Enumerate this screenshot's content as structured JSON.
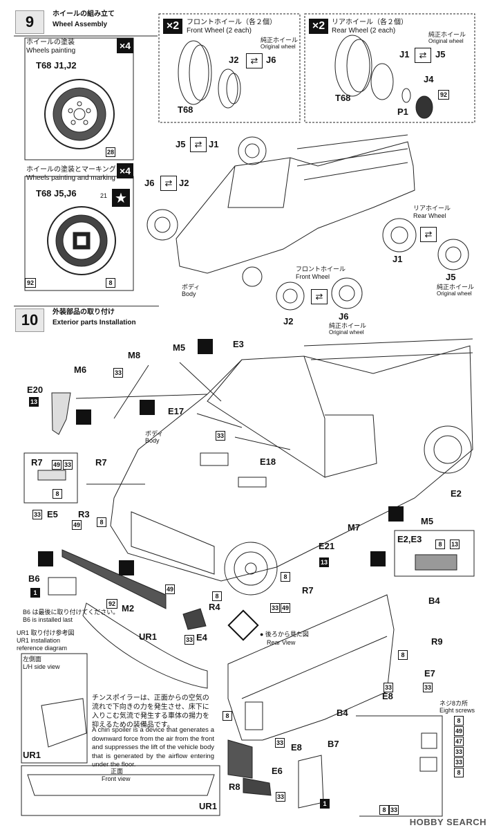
{
  "step9": {
    "number": "9",
    "title_jp": "ホイールの組み立て",
    "title_en": "Wheel Assembly",
    "wheels_painting": {
      "jp": "ホイールの塗装",
      "en": "Wheels painting",
      "qty": "×4",
      "label": "T68 J1,J2",
      "code": "28"
    },
    "wheels_marking": {
      "jp": "ホイールの塗装とマーキング",
      "en": "Wheels painting and marking",
      "qty": "×4",
      "label": "T68 J5,J6",
      "code_top": "21",
      "code_left": "92",
      "code_right": "8"
    },
    "front_wheel": {
      "qty": "×2",
      "jp": "フロントホイール（各２個）",
      "en": "Front Wheel (2 each)",
      "stock_jp": "純正ホイール",
      "stock_en": "Original wheel",
      "tire": "T68",
      "a": "J2",
      "b": "J6"
    },
    "rear_wheel": {
      "qty": "×2",
      "jp": "リアホイール（各２個）",
      "en": "Rear Wheel (2 each)",
      "stock_jp": "純正ホイール",
      "stock_en": "Original wheel",
      "tire": "T68",
      "a": "J1",
      "b": "J5",
      "c": "J4",
      "code": "92",
      "p": "P1"
    },
    "car": {
      "j5j1": "J5",
      "j1": "J1",
      "j6": "J6",
      "j2": "J2",
      "body_jp": "ボディ",
      "body_en": "Body",
      "rear_jp": "リアホイール",
      "rear_en": "Rear Wheel",
      "rear_j1": "J1",
      "rear_j5": "J5",
      "rear_stock_jp": "純正ホイール",
      "rear_stock_en": "Original wheel",
      "front_jp": "フロントホイール",
      "front_en": "Front Wheel",
      "front_j2": "J2",
      "front_j6": "J6",
      "front_stock_jp": "純正ホイール",
      "front_stock_en": "Original wheel"
    }
  },
  "step10": {
    "number": "10",
    "title_jp": "外装部品の取り付け",
    "title_en": "Exterior parts Installation",
    "labels": {
      "m8": "M8",
      "m5a": "M5",
      "e3": "E3",
      "m6": "M6",
      "e20": "E20",
      "e17": "E17",
      "e18": "E18",
      "r7a": "R7",
      "r7b": "R7",
      "r3": "R3",
      "e5": "E5",
      "e2": "E2",
      "m5b": "M5",
      "m7": "M7",
      "e21": "E21",
      "e2e3": "E2,E3",
      "b6": "B6",
      "m2": "M2",
      "r4": "R4",
      "e4": "E4",
      "ur1": "UR1",
      "r7c": "R7",
      "b4a": "B4",
      "r9": "R9",
      "e7": "E7",
      "e8a": "E8",
      "b4b": "B4",
      "e8b": "E8",
      "b7": "B7",
      "e6": "E6",
      "r8": "R8",
      "ur1b": "UR1",
      "ur1c": "UR1"
    },
    "codes": {
      "c33": "33",
      "c13": "13",
      "c49": "49",
      "c8": "8",
      "c1": "1",
      "c92": "92",
      "c47": "47"
    },
    "body_jp": "ボディ",
    "body_en": "Body",
    "b6_note_jp": "B6 は最後に取り付けてください。",
    "b6_note_en": "B6 is installed last",
    "ur1_ref_jp": "UR1 取り付け参考図",
    "ur1_ref_en1": "UR1 installation",
    "ur1_ref_en2": "reference diagram",
    "lh_jp": "左側面",
    "lh_en": "L/H side view",
    "front_view_jp": "正面",
    "front_view_en": "Front view",
    "rear_view_jp": "● 後ろから見た図",
    "rear_view_en": "Rear View",
    "screws_jp": "ネジ8カ所",
    "screws_en": "Eight screws",
    "chin_jp": "チンスポイラーは、正面からの空気の流れで下向きの力を発生させ、床下に入りこむ気流で発生する車体の揚力を抑えるための装備品です。",
    "chin_en": "A chin spoiler is a device that generates a downward force from the air from the front and suppresses the lift of the vehicle body that is generated by the airflow entering under the floor."
  },
  "watermark": "HOBBY SEARCH"
}
